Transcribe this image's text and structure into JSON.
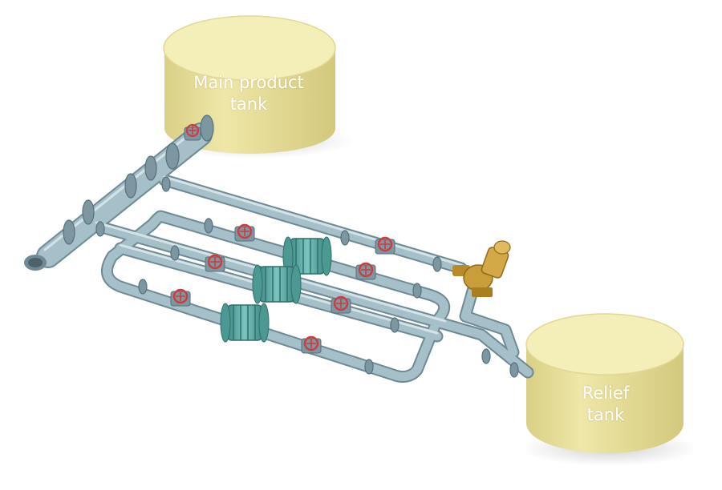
{
  "tanks": {
    "main": {
      "line1": "Main product",
      "line2": "tank"
    },
    "relief": {
      "line1": "Relief",
      "line2": "tank"
    }
  },
  "colors": {
    "tank_body": "#ece4a0",
    "tank_top": "#f3edb6",
    "pipe": "#93aeb8",
    "pipe_dark": "#6f8a95",
    "filter": "#5fa7a2",
    "valve_handle": "#d03a3a",
    "pump": "#c79a35"
  },
  "icons": [
    "valve-icon",
    "filter-icon",
    "pump-icon",
    "flange-icon"
  ]
}
